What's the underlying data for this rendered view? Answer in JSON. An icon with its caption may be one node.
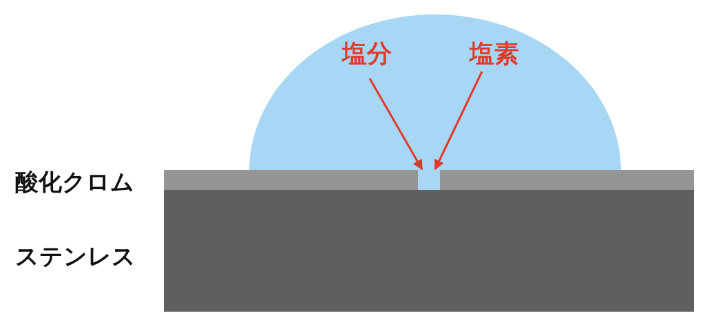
{
  "diagram": {
    "nodes": [
      {
        "text": [
          "塩分"
        ]
      },
      {
        "text": [
          "塩素"
        ]
      },
      {
        "text": [],
        "shape": "box"
      }
    ],
    "edges": [
      {
        "from": 0,
        "to": 2,
        "arrow": "to"
      },
      {
        "from": 1,
        "to": 2,
        "arrow": "to"
      }
    ],
    "labels": [
      "酸化クロム",
      "ステンレス"
    ]
  }
}
